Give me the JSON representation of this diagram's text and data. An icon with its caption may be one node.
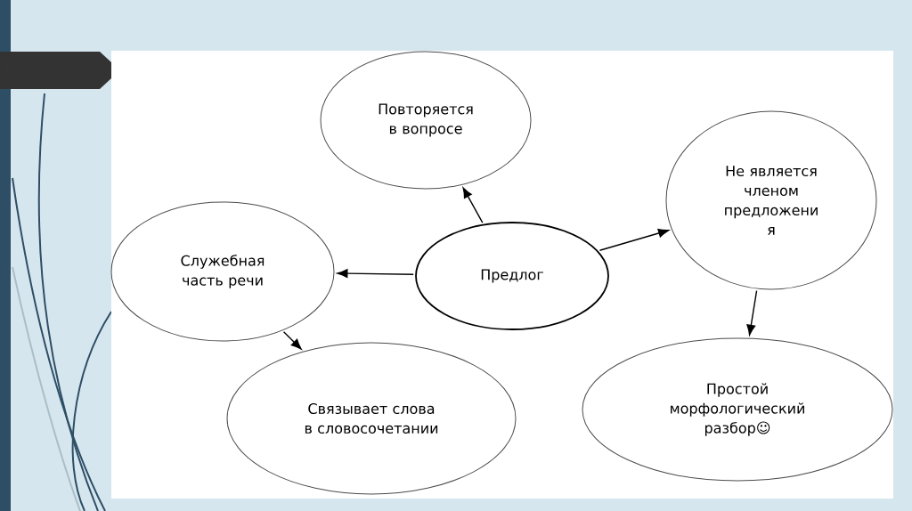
{
  "diagram": {
    "nodes": [
      {
        "text": [
          "Предлог"
        ]
      },
      {
        "text": [
          "Повторяется в вопросе"
        ]
      },
      {
        "text": [
          "Не является членом предложени я"
        ]
      },
      {
        "text": [
          "Служебная часть речи"
        ]
      },
      {
        "text": [
          "Связывает слова в словосочетании"
        ]
      },
      {
        "text": [
          "Простой морфологический разбор☺"
        ]
      }
    ],
    "edges": [
      {
        "from": 0,
        "to": 1,
        "arrow": "to"
      },
      {
        "from": 0,
        "to": 2,
        "arrow": "to"
      },
      {
        "from": 0,
        "to": 3,
        "arrow": "to"
      },
      {
        "from": 3,
        "to": 4,
        "arrow": "to"
      },
      {
        "from": 2,
        "to": 5,
        "arrow": "to"
      }
    ]
  }
}
